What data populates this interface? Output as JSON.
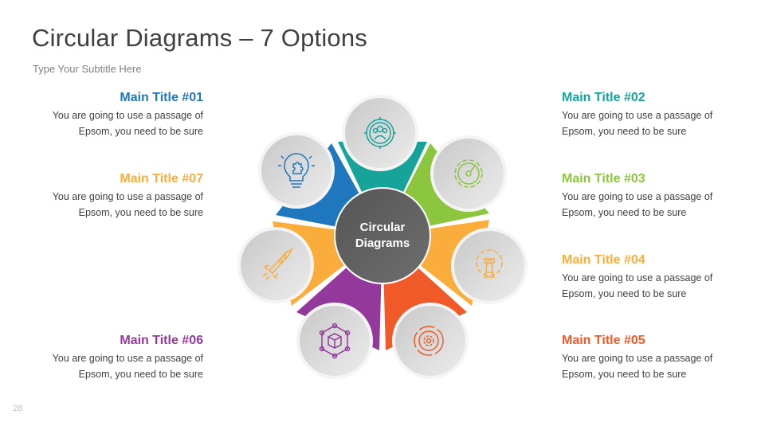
{
  "header": {
    "title": "Circular Diagrams – 7 Options",
    "subtitle": "Type Your Subtitle Here"
  },
  "page_number": "28",
  "center": {
    "line1": "Circular",
    "line2": "Diagrams",
    "color": "#5f5f5f"
  },
  "options": [
    {
      "id": "01",
      "title": "Main Title #01",
      "body_line1": "You are going to use a passage of",
      "body_line2": "Epsom, you need to be sure",
      "color": "#1f77bd",
      "icon": "lightbulb-puzzle-icon"
    },
    {
      "id": "02",
      "title": "Main Title #02",
      "body_line1": "You are going to use a passage of",
      "body_line2": "Epsom, you need to be sure",
      "color": "#16a39a",
      "icon": "team-target-icon"
    },
    {
      "id": "03",
      "title": "Main Title #03",
      "body_line1": "You are going to use a passage of",
      "body_line2": "Epsom, you need to be sure",
      "color": "#8cc63f",
      "icon": "gauge-gear-icon"
    },
    {
      "id": "04",
      "title": "Main Title #04",
      "body_line1": "You are going to use a passage of",
      "body_line2": "Epsom, you need to be sure",
      "color": "#fbad3c",
      "icon": "chess-gear-icon"
    },
    {
      "id": "05",
      "title": "Main Title #05",
      "body_line1": "You are going to use a passage of",
      "body_line2": "Epsom, you need to be sure",
      "color": "#f05a28",
      "icon": "gear-cycle-icon"
    },
    {
      "id": "06",
      "title": "Main Title #06",
      "body_line1": "You are going to use a passage of",
      "body_line2": "Epsom, you need to be sure",
      "color": "#93399c",
      "icon": "box-network-icon"
    },
    {
      "id": "07",
      "title": "Main Title #07",
      "body_line1": "You are going to use a passage of",
      "body_line2": "Epsom, you need to be sure",
      "color": "#fbad3c",
      "icon": "rocket-icon"
    }
  ]
}
